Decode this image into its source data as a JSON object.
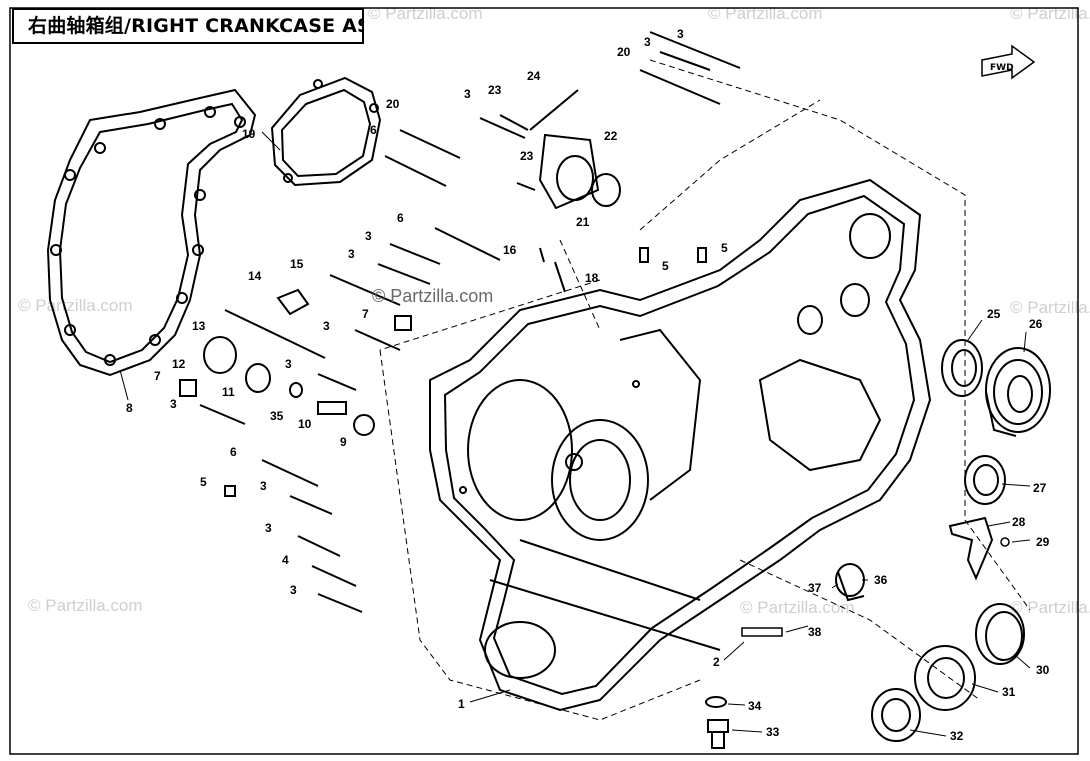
{
  "title": "右曲轴箱组/RIGHT CRANKCASE ASSY",
  "watermark": "© Partzilla.com",
  "watermark_center": "© Partzilla.com",
  "fwd_label": "FWD",
  "callouts": [
    {
      "id": "c1",
      "label": "1"
    },
    {
      "id": "c2",
      "label": "2"
    },
    {
      "id": "c3a",
      "label": "3"
    },
    {
      "id": "c3b",
      "label": "3"
    },
    {
      "id": "c3c",
      "label": "3"
    },
    {
      "id": "c3d",
      "label": "3"
    },
    {
      "id": "c3e",
      "label": "3"
    },
    {
      "id": "c3f",
      "label": "3"
    },
    {
      "id": "c3g",
      "label": "3"
    },
    {
      "id": "c3h",
      "label": "3"
    },
    {
      "id": "c3i",
      "label": "3"
    },
    {
      "id": "c3j",
      "label": "3"
    },
    {
      "id": "c3k",
      "label": "3"
    },
    {
      "id": "c4",
      "label": "4"
    },
    {
      "id": "c5a",
      "label": "5"
    },
    {
      "id": "c5b",
      "label": "5"
    },
    {
      "id": "c5c",
      "label": "5"
    },
    {
      "id": "c6a",
      "label": "6"
    },
    {
      "id": "c6b",
      "label": "6"
    },
    {
      "id": "c6c",
      "label": "6"
    },
    {
      "id": "c7a",
      "label": "7"
    },
    {
      "id": "c7b",
      "label": "7"
    },
    {
      "id": "c8",
      "label": "8"
    },
    {
      "id": "c9",
      "label": "9"
    },
    {
      "id": "c10",
      "label": "10"
    },
    {
      "id": "c11",
      "label": "11"
    },
    {
      "id": "c12",
      "label": "12"
    },
    {
      "id": "c13",
      "label": "13"
    },
    {
      "id": "c14",
      "label": "14"
    },
    {
      "id": "c15",
      "label": "15"
    },
    {
      "id": "c16",
      "label": "16"
    },
    {
      "id": "c18",
      "label": "18"
    },
    {
      "id": "c19",
      "label": "19"
    },
    {
      "id": "c20a",
      "label": "20"
    },
    {
      "id": "c20b",
      "label": "20"
    },
    {
      "id": "c21",
      "label": "21"
    },
    {
      "id": "c22",
      "label": "22"
    },
    {
      "id": "c23a",
      "label": "23"
    },
    {
      "id": "c23b",
      "label": "23"
    },
    {
      "id": "c24",
      "label": "24"
    },
    {
      "id": "c25",
      "label": "25"
    },
    {
      "id": "c26",
      "label": "26"
    },
    {
      "id": "c27",
      "label": "27"
    },
    {
      "id": "c28",
      "label": "28"
    },
    {
      "id": "c29",
      "label": "29"
    },
    {
      "id": "c30",
      "label": "30"
    },
    {
      "id": "c31",
      "label": "31"
    },
    {
      "id": "c32",
      "label": "32"
    },
    {
      "id": "c33",
      "label": "33"
    },
    {
      "id": "c34",
      "label": "34"
    },
    {
      "id": "c35",
      "label": "35"
    },
    {
      "id": "c36",
      "label": "36"
    },
    {
      "id": "c37",
      "label": "37"
    },
    {
      "id": "c38",
      "label": "38"
    }
  ]
}
